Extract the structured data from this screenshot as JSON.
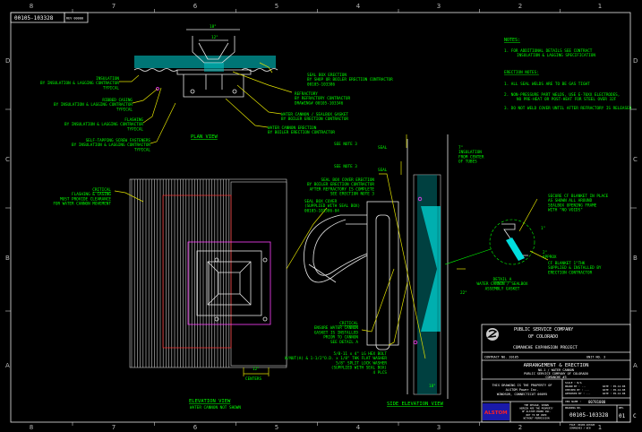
{
  "drawing_number": "00105-103328",
  "revision_box": "REV 00000",
  "colors": {
    "background": "#000000",
    "text": "#00ff00",
    "lines": "#e8e8e8",
    "leaders": "#e0e000",
    "insulation": "#00c8c8",
    "markers": "#ff40ff"
  },
  "grid": {
    "columns": [
      "8",
      "7",
      "6",
      "5",
      "4",
      "3",
      "2",
      "1"
    ],
    "rows": [
      "D",
      "C",
      "B",
      "A"
    ]
  },
  "plan_view": {
    "title": "PLAN VIEW",
    "dim_top": "18\"",
    "dim_inner": "12\""
  },
  "elevation_view": {
    "title": "ELEVATION VIEW",
    "subtitle": "WATER CANNON NOT SHOWN",
    "dim": "12\"",
    "dim_label": "CENTERS"
  },
  "side_elevation_view": {
    "title": "SIDE ELEVATION VIEW",
    "dim": "22\"",
    "dim2": "18\""
  },
  "labels": {
    "insulation": [
      "INSULATION",
      "BY INSULATION & LAGGING CONTRACTOR",
      "TYPICAL"
    ],
    "ribbed_casing": [
      "RIBBED CASING",
      "BY INSULATION & LAGGING CONTRACTOR",
      "TYPICAL"
    ],
    "flashing": [
      "FLASHING",
      "BY INSULATION & LAGGING CONTRACTOR",
      "TYPICAL"
    ],
    "screws": [
      "SELF-TAPPING SCREW FASTENERS",
      "BY INSULATION & LAGGING CONTRACTOR",
      "TYPICAL"
    ],
    "seal_box": [
      "SEAL BOX ERECTION",
      "BY SHOP OR BOILER ERECTION CONTRACTOR",
      "00105-103386"
    ],
    "refractory": [
      "REFRACTORY",
      "BY REFRACTORY CONTRACTOR",
      "DRAWING# 00105-103346"
    ],
    "gasket": [
      "WATER CANNON / SEALBOX GASKET",
      "BY BOILER ERECTION CONTRACTOR"
    ],
    "cannon_erection": [
      "WATER CANNON ERECTION",
      "BY BOILER ERECTION CONTRACTOR"
    ],
    "critical_flashing": [
      "CRITICAL",
      "FLASHING & CASING",
      "MUST PROVIDE CLEARANCE",
      "FOR WATER CANNON MOVEMENT"
    ],
    "see_note_3a": [
      "SEE NOTE 3"
    ],
    "see_note_3b": [
      "SEE NOTE 3"
    ],
    "seal_a": [
      "SEAL"
    ],
    "seal_b": [
      "SEAL"
    ],
    "insulation_depth": [
      "7\"",
      "INSULATION",
      "FROM CENTER",
      "OF TUBES"
    ],
    "cover_erection": [
      "SEAL BOX COVER ERECTION",
      "BY BOILER ERECTION CONTRACTOR",
      "AFTER REFRACTORY IS COMPLETE",
      "SEE ERECTION NOTE 3"
    ],
    "seal_box_cover": [
      "SEAL BOX COVER",
      "(SUPPLIED WITH SEAL BOX)",
      "00105-103386-04"
    ],
    "critical_gasket": [
      "CRITICAL",
      "ENSURE WATER CANNON",
      "GASKET IS INSTALLED",
      "PRIOR TO CANNON",
      "SEE DETAIL A"
    ],
    "bolts": [
      "5/8-11 x 4\" LG HEX BOLT",
      "W/NUT(A) & 1-1/2\"O.D. x 1/8\" THK FLAT WASHER",
      "5/8\" SPLIT LOCK WASHER",
      "(SUPPLIED WITH SEAL BOX)",
      "4 PLCS"
    ],
    "secure_blanket": [
      "SECURE CF BLANKET IN PLACE",
      "AS SHOWN ALL AROUND",
      "SEALBOX OPENING FRAME",
      "WITH \"NO VOIDS\""
    ],
    "blanket": [
      "CF BLANKET 1\"THK",
      "SUPPLIED & INSTALLED BY",
      "ERECTION CONTRACTOR"
    ],
    "approx": [
      "2\"",
      "APPROX"
    ],
    "dim_1": [
      "1\""
    ],
    "detail_a": [
      "DETAIL A",
      "WATER CANNON / SEALBOX",
      "ASSEMBLY GASKET"
    ]
  },
  "notes": {
    "heading": "NOTES:",
    "items": [
      "1. FOR ADDITIONAL DETAILS SEE CONTRACT",
      "INSULATION & LAGGING SPECIFICATION"
    ],
    "erection_heading": "ERECTION NOTES:",
    "erection_items": [
      "1. ALL SEAL WELDS ARE TO BE GAS TIGHT",
      "2. NON-PRESSURE PART WELDS, USE E-70XX ELECTRODES,",
      "NO PRE-HEAT OR POST-HEAT FOR STEEL OVER 32F",
      "3. DO NOT WELD COVER UNTIL AFTER REFRACTORY IS RELEASED"
    ]
  },
  "title_block": {
    "company": "PUBLIC SERVICE COMPANY",
    "company2": "OF COLORADO",
    "project": "COMANCHE EXPANSION PROJECT",
    "contract_label": "CONTRACT NO. 20105",
    "unit_label": "UNIT NO. 3",
    "title": "ARRANGEMENT & ERECTION",
    "subtitle1": "NO-1 / WATER CANNON",
    "subtitle2": "PUBLIC SERVICE COMPANY OF COLORADO",
    "subtitle3": "COMANCHE #3",
    "property1": "THIS DRAWING IS THE PROPERTY OF",
    "property2": "ALSTOM Power Inc.",
    "property3": "WINDSOR, CONNECTICUT 06095",
    "scale": "SCALE : N/A",
    "drawn": "DRAWN BY : ...",
    "drawn_date": "DATE : 05-12-08",
    "checked": "CHECKED BY : ...",
    "checked_date": "DATE : 05-12-08",
    "approved": "APPROVED BY : ...",
    "approved_date": "DATE : 05-12-08",
    "ver_label": "VER NAME :",
    "ver_value": "00781000",
    "drawing_no_label": "DRAWING NO.",
    "drawing_no": "00105-103328",
    "rev_label": "REV.",
    "rev": "01",
    "size": "C",
    "alstom": "ALSTOM",
    "confidential": [
      "THE DESIGN, SHOWN",
      "HEREIN ARE THE PROPERTY",
      "OF ALSTOM POWER INC.",
      "NOT TO BE USED",
      "WITHOUT PERMISSION"
    ],
    "file_line1": "FILE: 00105-103328",
    "file_line2": "COMANCHE3 / WCN"
  }
}
